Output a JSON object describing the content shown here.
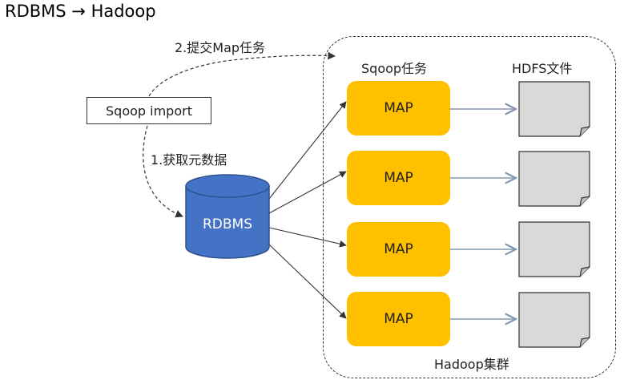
{
  "title": "RDBMS → Hadoop",
  "step2_label": "2.提交Map任务",
  "step1_label": "1.获取元数据",
  "sqoop_import_label": "Sqoop import",
  "rdbms_label": "RDBMS",
  "sqoop_tasks_label": "Sqoop任务",
  "hdfs_files_label": "HDFS文件",
  "cluster_label": "Hadoop集群",
  "map_tasks": [
    "MAP",
    "MAP",
    "MAP",
    "MAP"
  ],
  "colors": {
    "map": "#ffc000",
    "cylinder": "#4472c4",
    "file": "#d9d9d9",
    "arrow": "#8497b0"
  }
}
